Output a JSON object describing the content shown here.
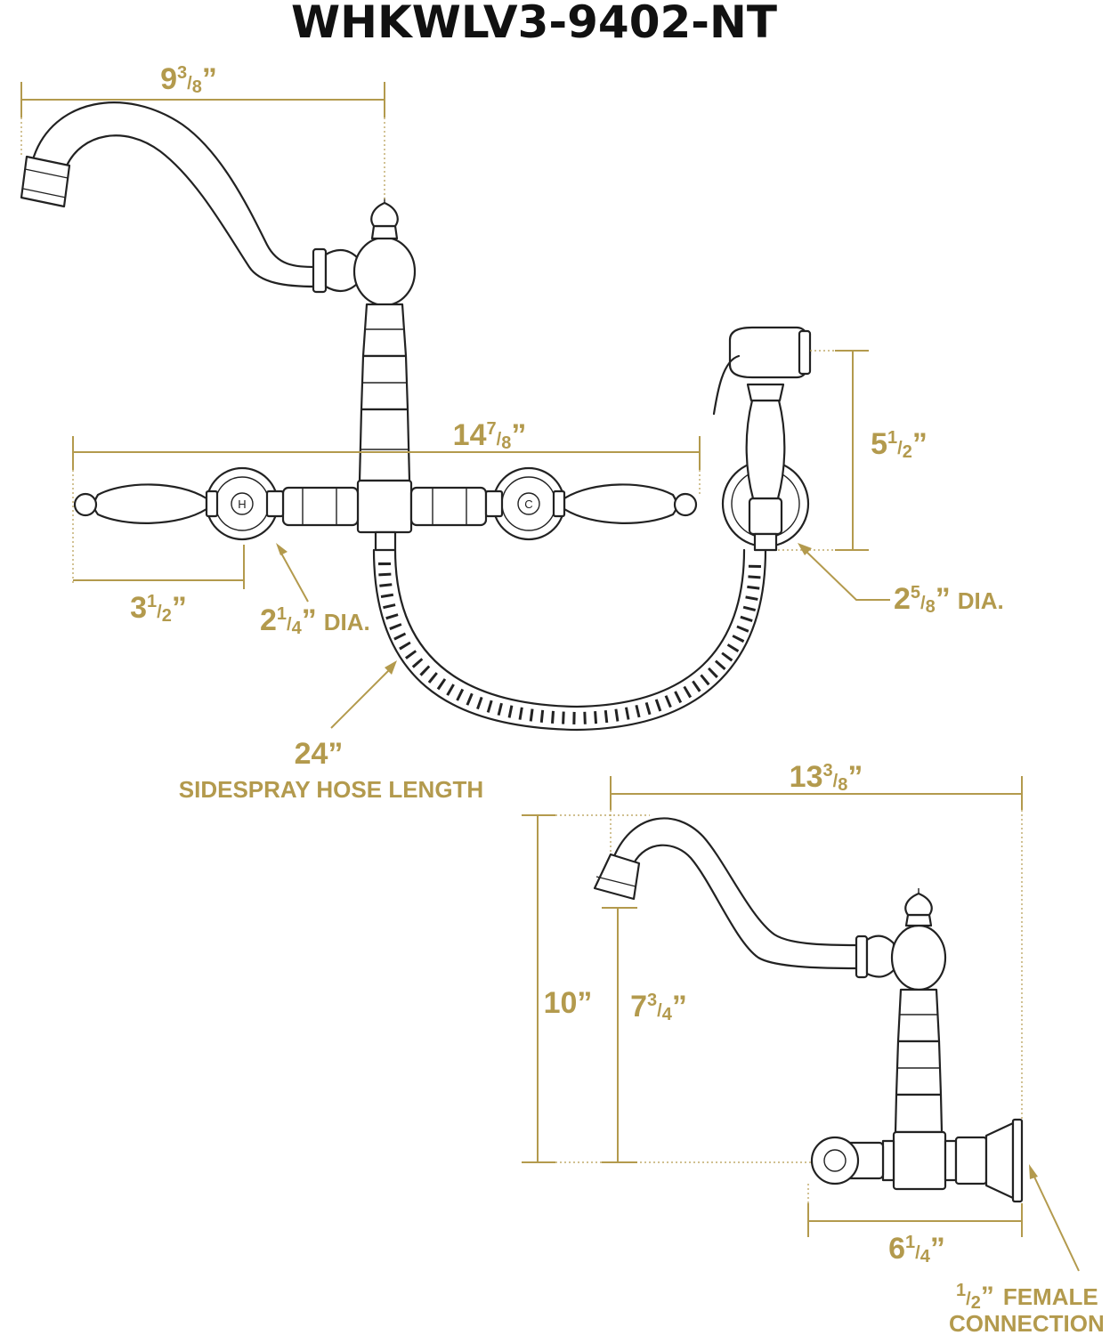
{
  "title": "WHKWLV3-9402-NT",
  "colors": {
    "dimension": "#b39a4d",
    "drawing": "#222222",
    "title": "#111111"
  },
  "dimensions": {
    "spout_reach_top": {
      "whole": "9",
      "num": "3",
      "den": "8",
      "mark": "”"
    },
    "overall_width": {
      "whole": "14",
      "num": "7",
      "den": "8",
      "mark": "”"
    },
    "sidespray_height": {
      "whole": "5",
      "num": "1",
      "den": "2",
      "mark": "”"
    },
    "handle_offset": {
      "whole": "3",
      "num": "1",
      "den": "2",
      "mark": "”"
    },
    "flange_dia": {
      "whole": "2",
      "num": "1",
      "den": "4",
      "mark": "”",
      "suffix": "DIA."
    },
    "sidespray_flange_dia": {
      "whole": "2",
      "num": "5",
      "den": "8",
      "mark": "”",
      "suffix": "DIA."
    },
    "hose_length": {
      "value": "24”",
      "caption": "SIDESPRAY HOSE LENGTH"
    },
    "side_reach": {
      "whole": "13",
      "num": "3",
      "den": "8",
      "mark": "”"
    },
    "side_height": {
      "value": "10”"
    },
    "spout_clearance": {
      "whole": "7",
      "num": "3",
      "den": "4",
      "mark": "”"
    },
    "wall_depth": {
      "whole": "6",
      "num": "1",
      "den": "4",
      "mark": "”"
    },
    "connection": {
      "num": "1",
      "den": "2",
      "mark": "”",
      "line1": "FEMALE",
      "line2": "CONNECTION"
    }
  },
  "handle_badges": {
    "hot": "H",
    "cold": "C"
  }
}
